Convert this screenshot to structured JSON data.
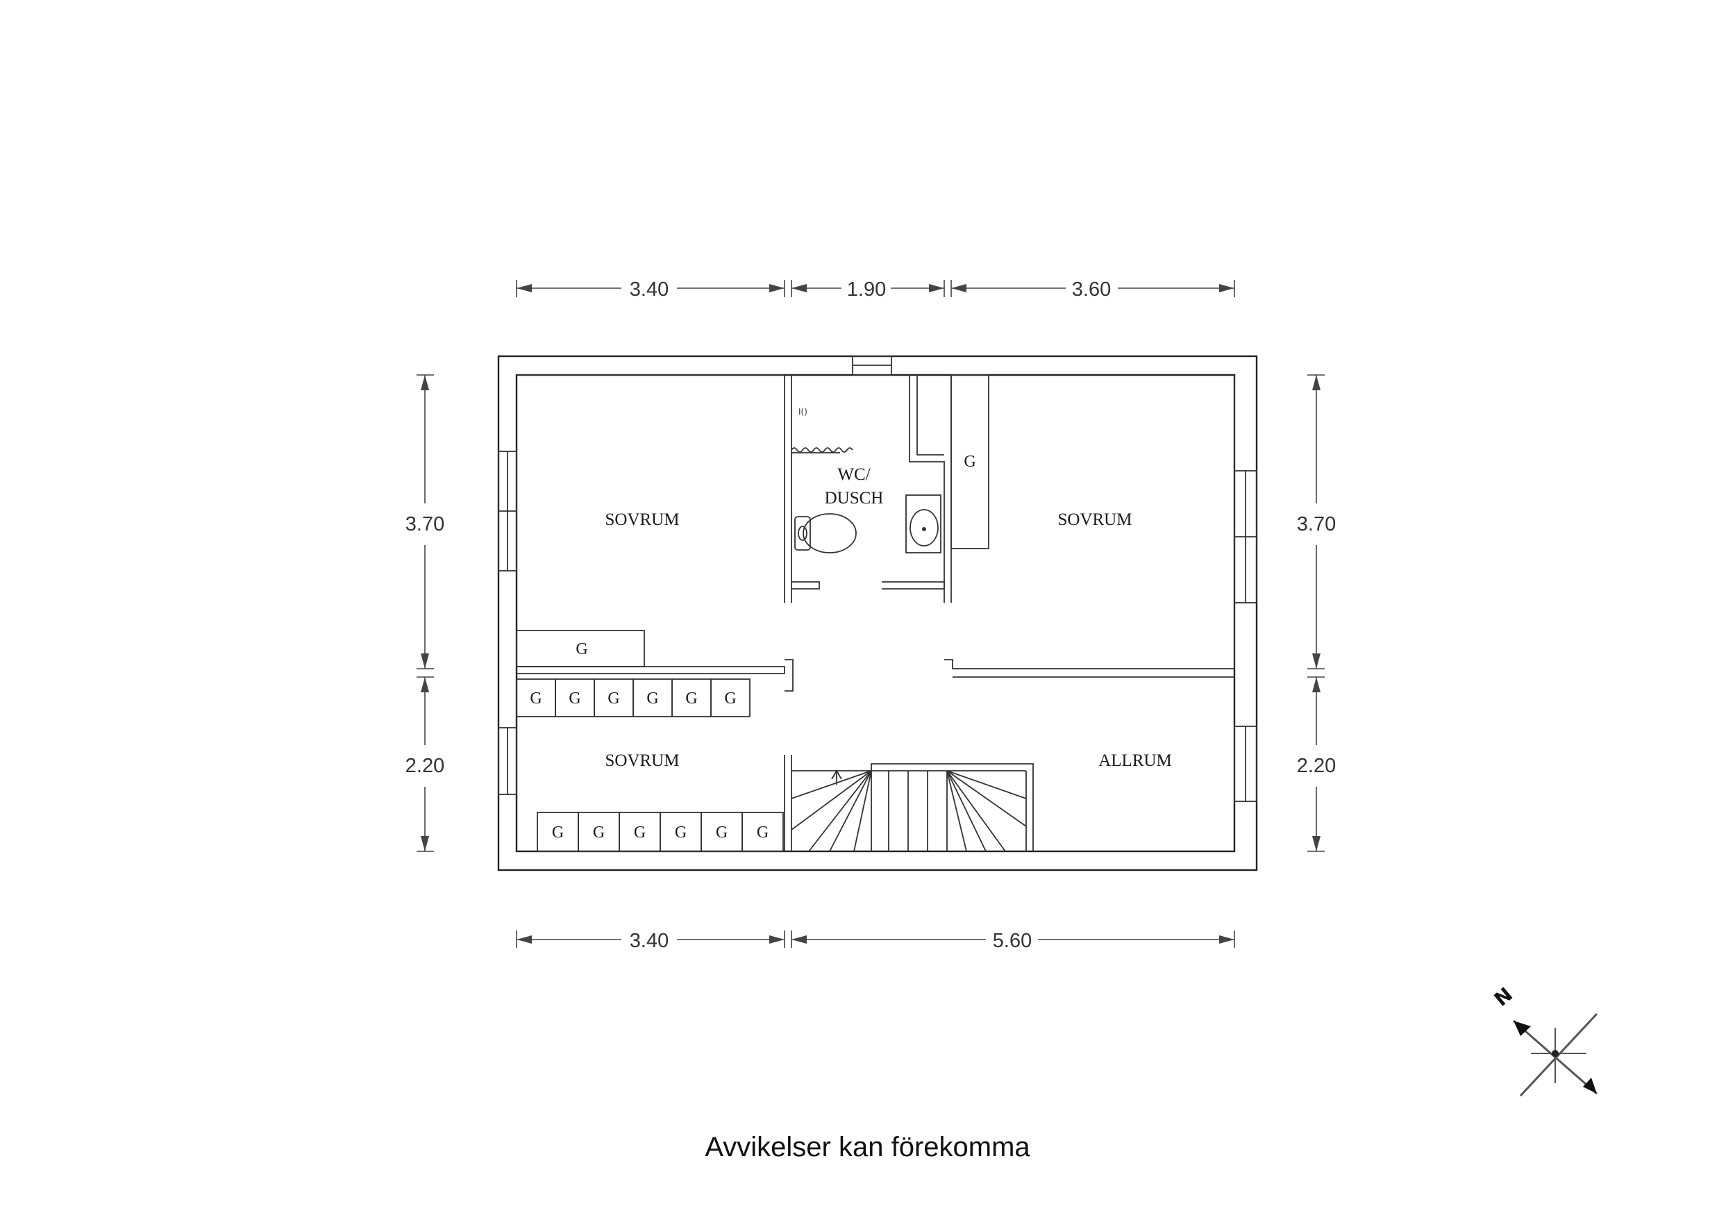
{
  "rooms": {
    "sovrum_left": "SOVRUM",
    "wc": "WC/",
    "dusch": "DUSCH",
    "sovrum_right": "SOVRUM",
    "sovrum_bottom": "SOVRUM",
    "allrum": "ALLRUM"
  },
  "closets": {
    "label": "G"
  },
  "dimensions": {
    "top": [
      "3.40",
      "1.90",
      "3.60"
    ],
    "bottom": [
      "3.40",
      "5.60"
    ],
    "left": [
      "3.70",
      "2.20"
    ],
    "right": [
      "3.70",
      "2.20"
    ]
  },
  "compass": {
    "north_letter": "N",
    "icon": "compass-rose-icon"
  },
  "disclaimer": "Avvikelser kan förekomma"
}
